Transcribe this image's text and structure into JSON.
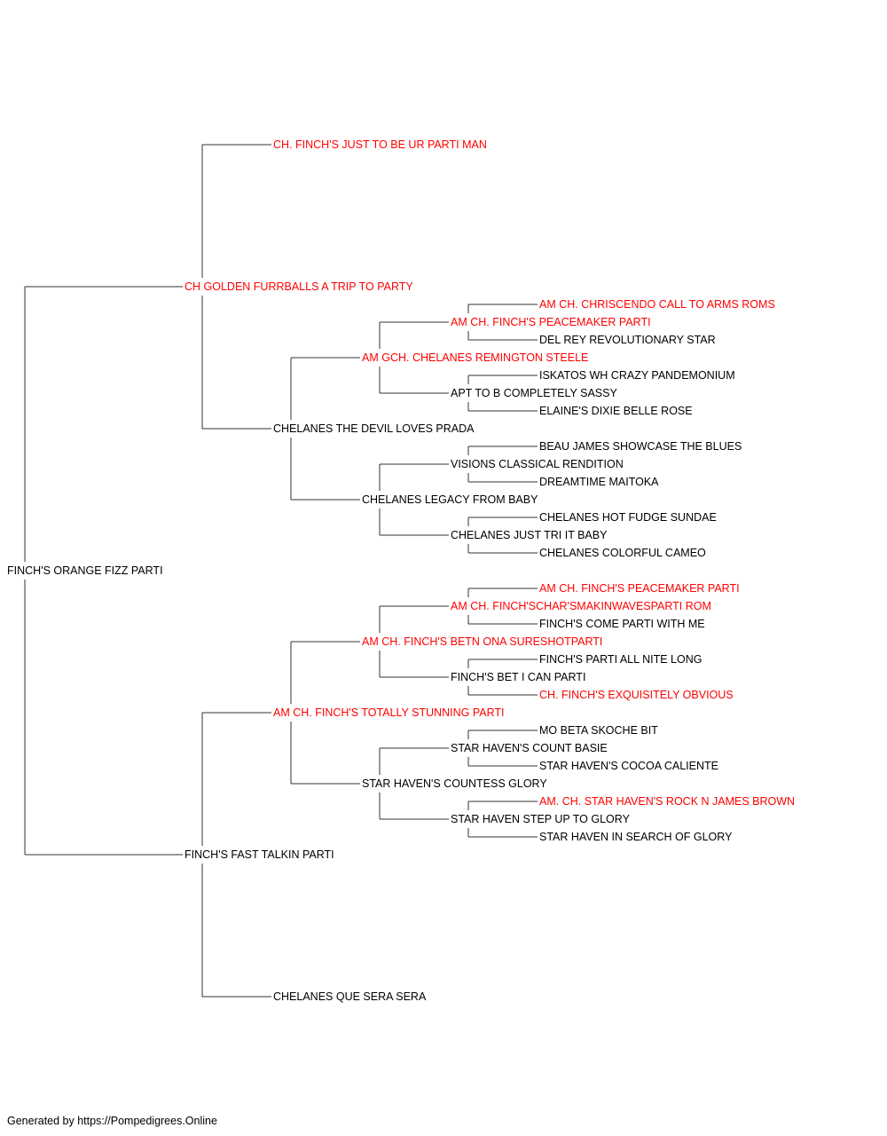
{
  "colors": {
    "normal": "#000000",
    "champion": "#ff0000",
    "line": "#333333"
  },
  "pedigree": {
    "name": "FINCH'S ORANGE FIZZ PARTI",
    "champion": false,
    "sire": {
      "name": "CH GOLDEN FURRBALLS A TRIP TO PARTY",
      "champion": true,
      "sire": {
        "name": "CH. FINCH'S JUST TO BE UR PARTI MAN",
        "champion": true
      },
      "dam": {
        "name": "CHELANES THE DEVIL LOVES PRADA",
        "champion": false,
        "sire": {
          "name": "AM GCH. CHELANES REMINGTON STEELE",
          "champion": true,
          "sire": {
            "name": "AM CH. FINCH'S PEACEMAKER PARTI",
            "champion": true,
            "sire": {
              "name": "AM CH. CHRISCENDO CALL TO ARMS ROMS",
              "champion": true
            },
            "dam": {
              "name": "DEL REY REVOLUTIONARY STAR",
              "champion": false
            }
          },
          "dam": {
            "name": "APT TO B COMPLETELY SASSY",
            "champion": false,
            "sire": {
              "name": "ISKATOS WH CRAZY PANDEMONIUM",
              "champion": false
            },
            "dam": {
              "name": "ELAINE'S DIXIE BELLE ROSE",
              "champion": false
            }
          }
        },
        "dam": {
          "name": "CHELANES LEGACY FROM BABY",
          "champion": false,
          "sire": {
            "name": "VISIONS CLASSICAL RENDITION",
            "champion": false,
            "sire": {
              "name": "BEAU JAMES SHOWCASE THE BLUES",
              "champion": false
            },
            "dam": {
              "name": "DREAMTIME MAITOKA",
              "champion": false
            }
          },
          "dam": {
            "name": "CHELANES JUST TRI IT BABY",
            "champion": false,
            "sire": {
              "name": "CHELANES HOT FUDGE SUNDAE",
              "champion": false
            },
            "dam": {
              "name": "CHELANES COLORFUL CAMEO",
              "champion": false
            }
          }
        }
      }
    },
    "dam": {
      "name": "FINCH'S FAST TALKIN PARTI",
      "champion": false,
      "sire": {
        "name": "AM CH. FINCH'S TOTALLY STUNNING PARTI",
        "champion": true,
        "sire": {
          "name": "AM CH. FINCH'S BETN ONA SURESHOTPARTI",
          "champion": true,
          "sire": {
            "name": "AM CH. FINCH'SCHAR'SMAKINWAVESPARTI ROM",
            "champion": true,
            "sire": {
              "name": "AM CH. FINCH'S PEACEMAKER PARTI",
              "champion": true
            },
            "dam": {
              "name": "FINCH'S COME PARTI WITH ME",
              "champion": false
            }
          },
          "dam": {
            "name": "FINCH'S BET I CAN PARTI",
            "champion": false,
            "sire": {
              "name": "FINCH'S PARTI ALL NITE LONG",
              "champion": false
            },
            "dam": {
              "name": "CH. FINCH'S EXQUISITELY OBVIOUS",
              "champion": true
            }
          }
        },
        "dam": {
          "name": "STAR HAVEN'S COUNTESS GLORY",
          "champion": false,
          "sire": {
            "name": "STAR HAVEN'S COUNT BASIE",
            "champion": false,
            "sire": {
              "name": "MO BETA SKOCHE BIT",
              "champion": false
            },
            "dam": {
              "name": "STAR HAVEN'S COCOA CALIENTE",
              "champion": false
            }
          },
          "dam": {
            "name": "STAR HAVEN STEP UP TO GLORY",
            "champion": false,
            "sire": {
              "name": "AM. CH. STAR HAVEN'S ROCK N JAMES BROWN",
              "champion": true
            },
            "dam": {
              "name": "STAR HAVEN IN SEARCH OF GLORY",
              "champion": false
            }
          }
        }
      },
      "dam": {
        "name": "CHELANES QUE SERA SERA",
        "champion": false
      }
    }
  },
  "footer": "Generated by https://Pompedigrees.Online"
}
